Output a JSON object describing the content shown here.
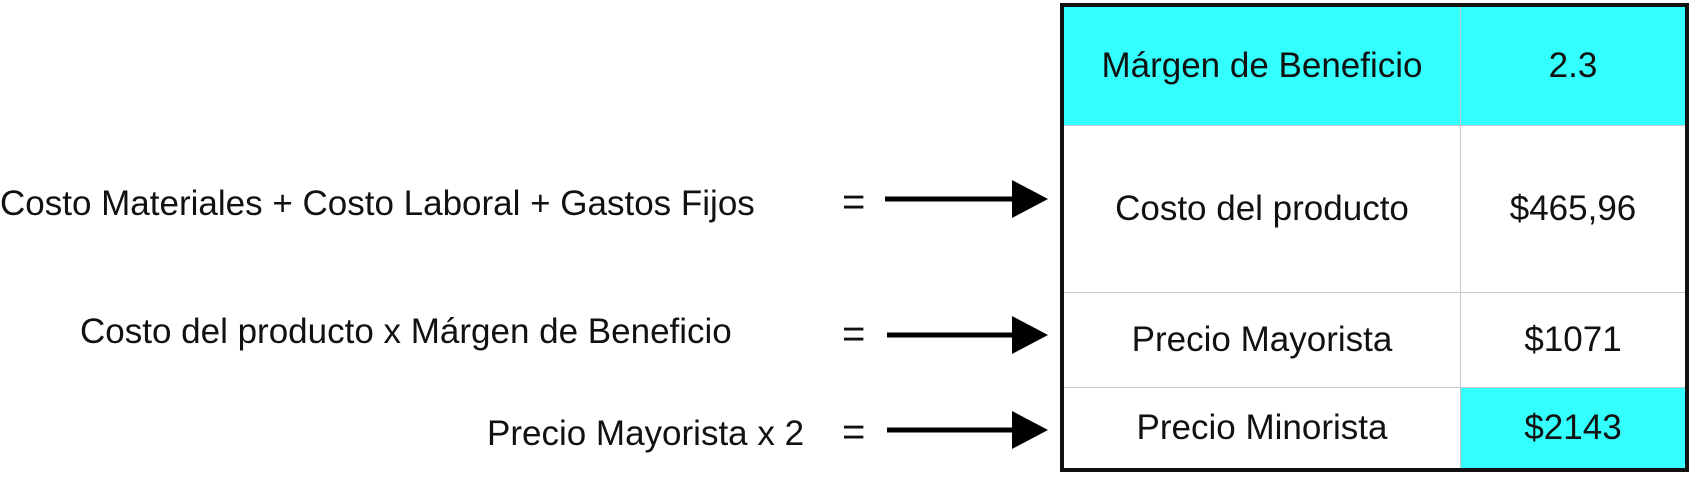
{
  "colors": {
    "highlight": "#33ffff",
    "border": "#111111",
    "grid": "#c8c8c8"
  },
  "formulas": [
    {
      "text": "Costo Materiales + Costo Laboral + Gastos Fijos",
      "equals": "="
    },
    {
      "text": "Costo del producto x  Márgen de Beneficio",
      "equals": "="
    },
    {
      "text": "Precio Mayorista x 2",
      "equals": "="
    }
  ],
  "table": {
    "rows": [
      {
        "label": "Márgen de Beneficio",
        "value": "2.3"
      },
      {
        "label": "Costo del producto",
        "value": "$465,96"
      },
      {
        "label": "Precio Mayorista",
        "value": "$1071"
      },
      {
        "label": "Precio Minorista",
        "value": "$2143"
      }
    ]
  }
}
